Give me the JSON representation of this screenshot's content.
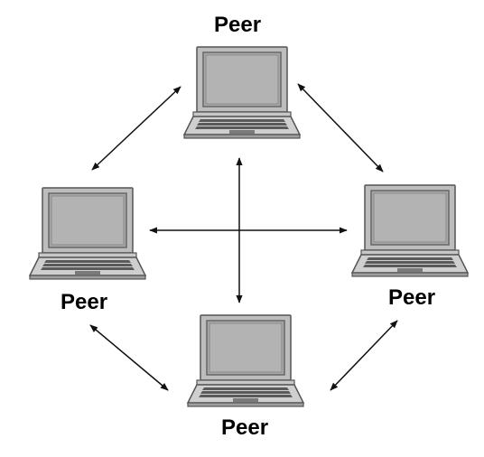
{
  "diagram": {
    "peers": [
      {
        "label": "Peer"
      },
      {
        "label": "Peer"
      },
      {
        "label": "Peer"
      },
      {
        "label": "Peer"
      }
    ]
  }
}
